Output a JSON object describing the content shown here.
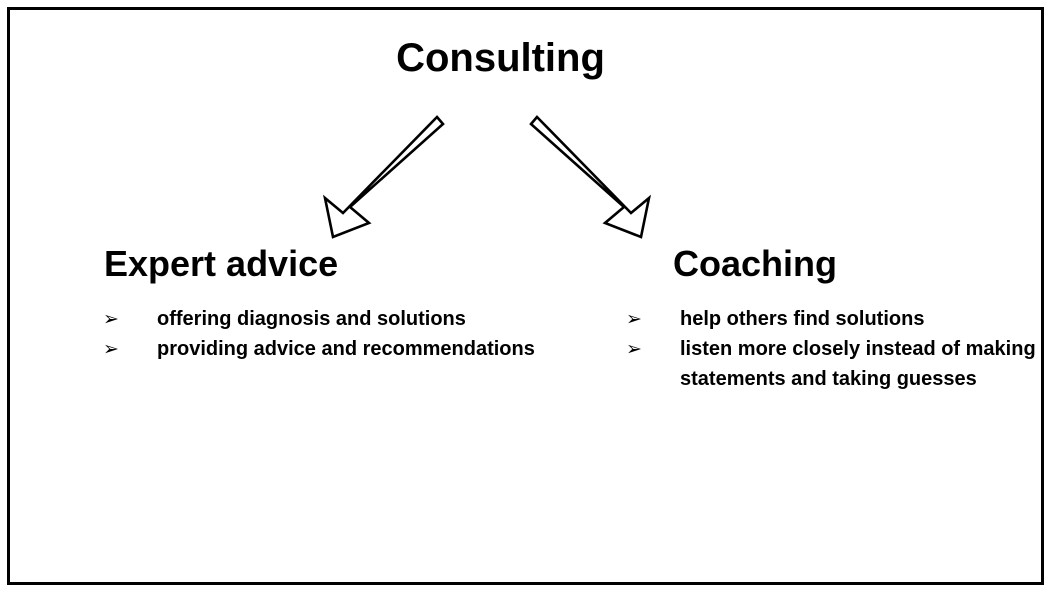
{
  "slide": {
    "title": "Consulting",
    "background_color": "#ffffff",
    "border_color": "#000000",
    "text_color": "#000000"
  },
  "arrows": [
    {
      "name": "arrow-to-expert-advice",
      "direction": "down-left",
      "from": "Consulting",
      "to": "Expert advice",
      "style": "hollow-block-arrow",
      "fill": "#ffffff",
      "stroke": "#000000"
    },
    {
      "name": "arrow-to-coaching",
      "direction": "down-right",
      "from": "Consulting",
      "to": "Coaching",
      "style": "hollow-block-arrow",
      "fill": "#ffffff",
      "stroke": "#000000"
    }
  ],
  "columns": [
    {
      "id": "expert-advice",
      "heading": "Expert advice",
      "bullet_glyph": "➢",
      "bullets": [
        "offering diagnosis and solutions",
        "providing advice and recommendations"
      ]
    },
    {
      "id": "coaching",
      "heading": "Coaching",
      "bullet_glyph": "➢",
      "bullets": [
        "help others find solutions",
        "listen more closely instead of making statements and taking guesses"
      ]
    }
  ]
}
